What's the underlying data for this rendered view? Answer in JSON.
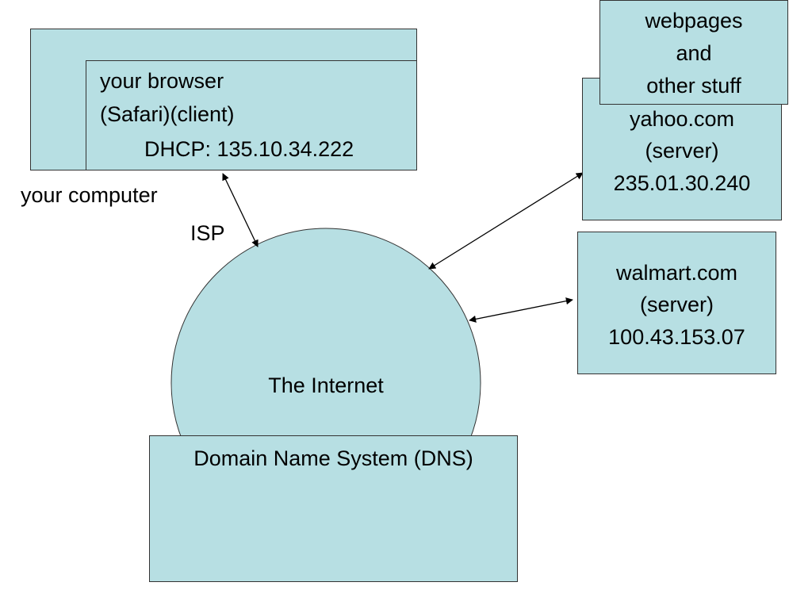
{
  "computer": {
    "label": "your computer",
    "browser": {
      "line1": "your browser",
      "line2": "(Safari)(client)",
      "dhcp": "DHCP: 135.10.34.222"
    }
  },
  "isp_label": "ISP",
  "internet": {
    "label": "The Internet",
    "dns": "Domain Name System (DNS)"
  },
  "yahoo": {
    "name": "yahoo.com",
    "role": "(server)",
    "ip": "235.01.30.240",
    "webpages": {
      "line1": "webpages",
      "line2": "and",
      "line3": "other stuff"
    }
  },
  "walmart": {
    "name": "walmart.com",
    "role": "(server)",
    "ip": "100.43.153.07"
  },
  "colors": {
    "fill": "#b7dfe3",
    "stroke": "#333333"
  }
}
